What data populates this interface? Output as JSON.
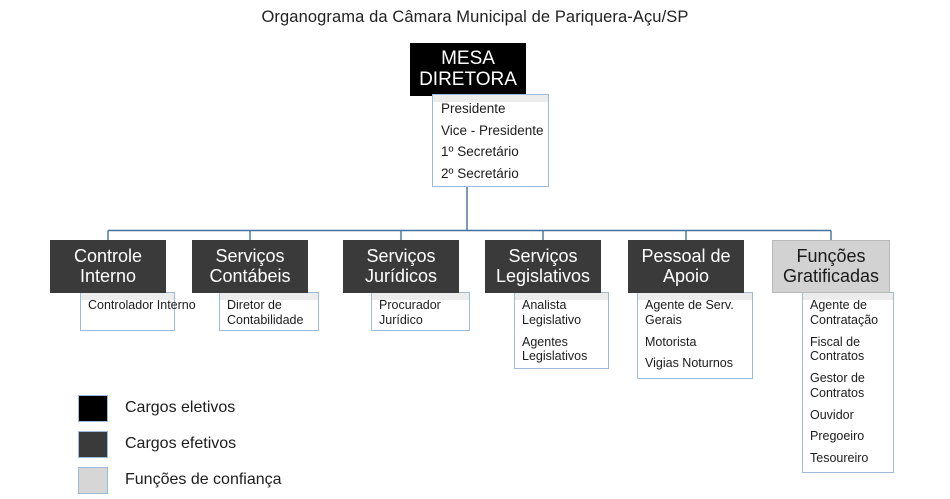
{
  "title": "Organograma da Câmara Municipal de Pariquera-Açu/SP",
  "colors": {
    "elective": "#000000",
    "effective": "#3a3a3a",
    "trust": "#d2d2d2",
    "connector": "#41719c",
    "list_border": "#9dbbd9"
  },
  "root": {
    "head": "MESA DIRETORA",
    "items": [
      "Presidente",
      "Vice - Presidente",
      "1º Secretário",
      "2º Secretário"
    ]
  },
  "departments": [
    {
      "head": "Controle Interno",
      "items": [
        "Controlador Interno"
      ],
      "style": "effective"
    },
    {
      "head": "Serviços Contábeis",
      "items": [
        "Diretor de Contabilidade"
      ],
      "style": "effective"
    },
    {
      "head": "Serviços Jurídicos",
      "items": [
        "Procurador Jurídico"
      ],
      "style": "effective"
    },
    {
      "head": "Serviços Legislativos",
      "items": [
        "Analista Legislativo",
        "Agentes Legislativos"
      ],
      "style": "effective"
    },
    {
      "head": "Pessoal de Apoio",
      "items": [
        "Agente de Serv. Gerais",
        "Motorista",
        "Vigias Noturnos"
      ],
      "style": "effective"
    },
    {
      "head": "Funções Gratificadas",
      "items": [
        "Agente de Contratação",
        "Fiscal de Contratos",
        "Gestor de Contratos",
        "Ouvidor",
        "Pregoeiro",
        "Tesoureiro"
      ],
      "style": "trust"
    }
  ],
  "legend": [
    {
      "label": "Cargos eletivos",
      "color": "#000000"
    },
    {
      "label": "Cargos efetivos",
      "color": "#3a3a3a"
    },
    {
      "label": "Funções de confiança",
      "color": "#d6d6d6"
    }
  ]
}
